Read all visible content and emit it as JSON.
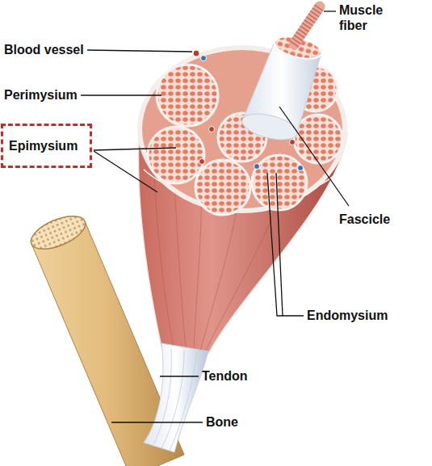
{
  "diagram": {
    "nodes": [
      {
        "text": [
          "Epimysium"
        ]
      }
    ],
    "labels": [
      "Muscle fiber",
      "Blood vessel",
      "Perimysium",
      "Fascicle",
      "Endomysium",
      "Tendon",
      "Bone"
    ]
  }
}
